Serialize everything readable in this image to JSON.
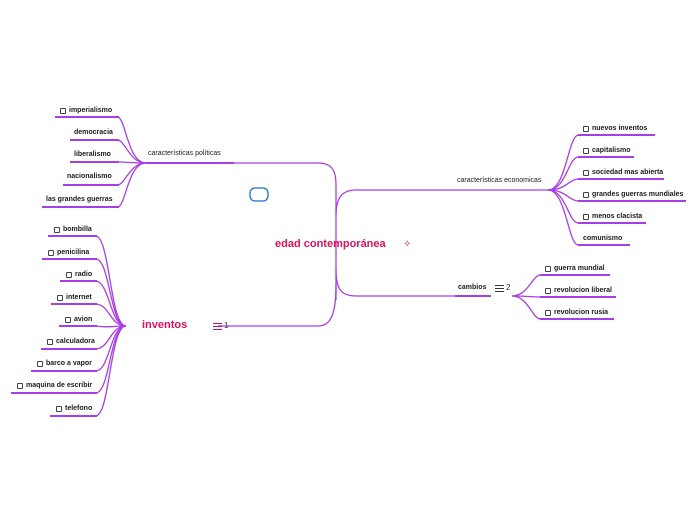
{
  "root": {
    "label": "edad contemporánea"
  },
  "branches": {
    "politicas": {
      "label": "características políticas",
      "items": [
        "imperialismo",
        "democracia",
        "liberalismo",
        "nacionalismo",
        "las grandes guerras"
      ]
    },
    "economicas": {
      "label": "características economicas",
      "items": [
        "nuevos inventos",
        "capitalismo",
        "sociedad mas abierta",
        "grandes guerras mundiales",
        "menos clacista",
        "comunismo"
      ]
    },
    "cambios": {
      "label": "cambios",
      "count": "2",
      "items": [
        "guerra mundial",
        "revolucion liberal",
        "revolucion rusia"
      ]
    },
    "inventos": {
      "label": "inventos",
      "count": "1",
      "items": [
        "bombilla",
        "penicilina",
        "radio",
        "internet",
        "avion",
        "calculadora",
        "barco a vapor",
        "maquina de escribir",
        "telefono"
      ]
    }
  },
  "colors": {
    "branch": "#a93ee6",
    "root_text": "#e0105a"
  },
  "icons": {
    "root_marker": "wrench-icon",
    "badge": "list-icon"
  }
}
